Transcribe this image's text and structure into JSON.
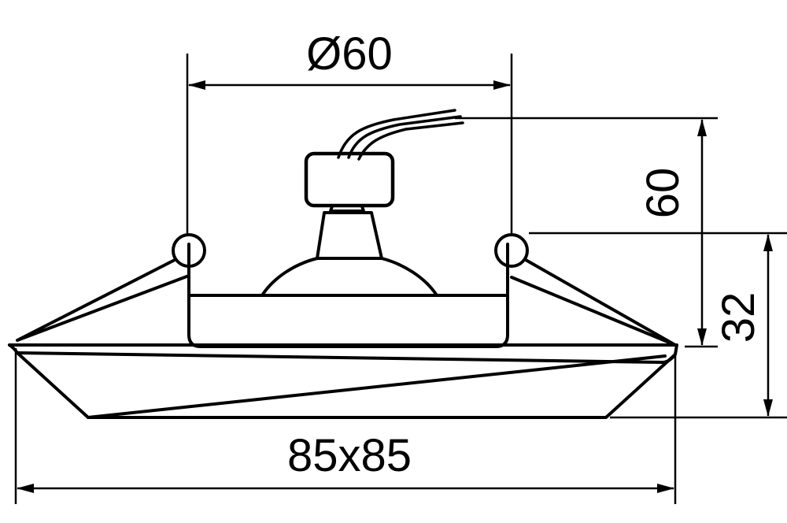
{
  "dimensions": {
    "top_width": "Ø60",
    "total_height": "60",
    "body_height": "32",
    "base_size": "85x85"
  },
  "colors": {
    "line": "#000000",
    "background": "#ffffff"
  }
}
